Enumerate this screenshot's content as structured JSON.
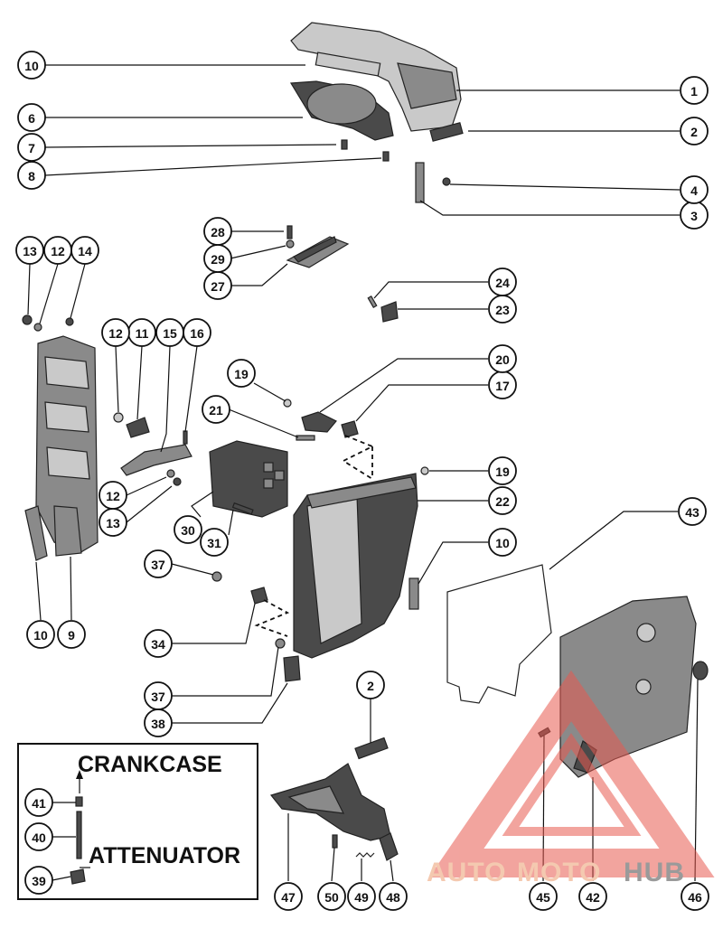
{
  "inset": {
    "top_label": "CRANKCASE",
    "bottom_label": "ATTENUATOR"
  },
  "callouts": [
    {
      "id": "c1",
      "label": "1"
    },
    {
      "id": "c2a",
      "label": "2"
    },
    {
      "id": "c3",
      "label": "3"
    },
    {
      "id": "c4",
      "label": "4"
    },
    {
      "id": "c6",
      "label": "6"
    },
    {
      "id": "c7",
      "label": "7"
    },
    {
      "id": "c8",
      "label": "8"
    },
    {
      "id": "c9",
      "label": "9"
    },
    {
      "id": "c10a",
      "label": "10"
    },
    {
      "id": "c10b",
      "label": "10"
    },
    {
      "id": "c10c",
      "label": "10"
    },
    {
      "id": "c11",
      "label": "11"
    },
    {
      "id": "c12a",
      "label": "12"
    },
    {
      "id": "c12b",
      "label": "12"
    },
    {
      "id": "c12c",
      "label": "12"
    },
    {
      "id": "c13a",
      "label": "13"
    },
    {
      "id": "c13b",
      "label": "13"
    },
    {
      "id": "c14",
      "label": "14"
    },
    {
      "id": "c15",
      "label": "15"
    },
    {
      "id": "c16",
      "label": "16"
    },
    {
      "id": "c17",
      "label": "17"
    },
    {
      "id": "c19a",
      "label": "19"
    },
    {
      "id": "c19b",
      "label": "19"
    },
    {
      "id": "c20",
      "label": "20"
    },
    {
      "id": "c21",
      "label": "21"
    },
    {
      "id": "c22",
      "label": "22"
    },
    {
      "id": "c23",
      "label": "23"
    },
    {
      "id": "c24",
      "label": "24"
    },
    {
      "id": "c27",
      "label": "27"
    },
    {
      "id": "c28",
      "label": "28"
    },
    {
      "id": "c29",
      "label": "29"
    },
    {
      "id": "c30",
      "label": "30"
    },
    {
      "id": "c31",
      "label": "31"
    },
    {
      "id": "c34",
      "label": "34"
    },
    {
      "id": "c37a",
      "label": "37"
    },
    {
      "id": "c37b",
      "label": "37"
    },
    {
      "id": "c38",
      "label": "38"
    },
    {
      "id": "c39",
      "label": "39"
    },
    {
      "id": "c40",
      "label": "40"
    },
    {
      "id": "c41",
      "label": "41"
    },
    {
      "id": "c42",
      "label": "42"
    },
    {
      "id": "c43",
      "label": "43"
    },
    {
      "id": "c45",
      "label": "45"
    },
    {
      "id": "c46",
      "label": "46"
    },
    {
      "id": "c47",
      "label": "47"
    },
    {
      "id": "c48",
      "label": "48"
    },
    {
      "id": "c49",
      "label": "49"
    },
    {
      "id": "c50",
      "label": "50"
    },
    {
      "id": "c2b",
      "label": "2"
    }
  ],
  "watermark": {
    "part1": "AUTO",
    "part2": "MOTO",
    "part3": "HUB",
    "color_light": "#f4c9b0",
    "color_dark": "#9a9a9a",
    "triangle_color": "#e85a50"
  }
}
